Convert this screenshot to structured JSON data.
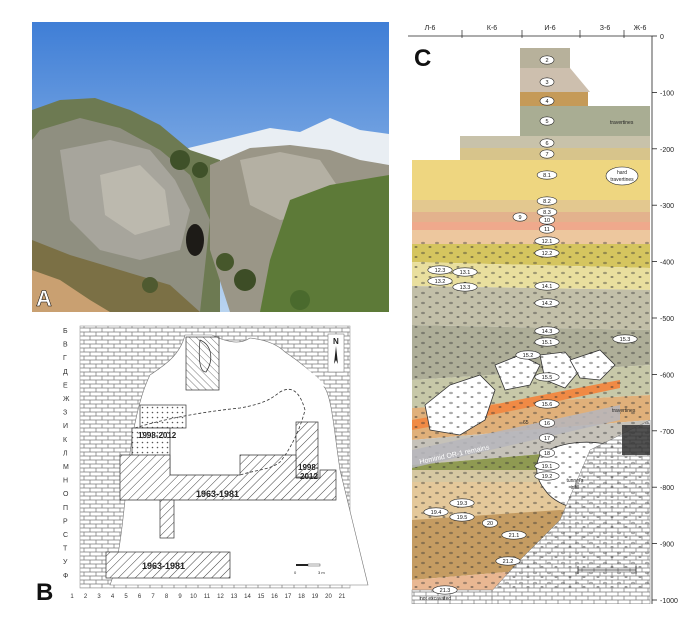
{
  "panels": {
    "a": {
      "label": "A"
    },
    "b": {
      "label": "B",
      "rows": [
        "Б",
        "В",
        "Г",
        "Д",
        "Е",
        "Ж",
        "З",
        "И",
        "К",
        "Л",
        "М",
        "Н",
        "О",
        "П",
        "Р",
        "С",
        "Т",
        "У",
        "Ф"
      ],
      "cols": [
        "1",
        "2",
        "3",
        "4",
        "5",
        "6",
        "7",
        "8",
        "9",
        "10",
        "11",
        "12",
        "13",
        "14",
        "15",
        "16",
        "17",
        "18",
        "19",
        "20",
        "21"
      ],
      "compass": "N",
      "excavations": [
        {
          "label": "1998-2012"
        },
        {
          "label": "1998-\n2012"
        },
        {
          "label": "1963-1981"
        },
        {
          "label": "1963-1981"
        }
      ],
      "scale_labels": [
        "0",
        "3 m"
      ]
    },
    "c": {
      "label": "C",
      "top_cols": [
        "Л-6",
        "К-6",
        "И-6",
        "З-6",
        "Ж-6"
      ],
      "depth_ticks": [
        "0",
        "-100",
        "-200",
        "-300",
        "-400",
        "-500",
        "-600",
        "-700",
        "-800",
        "-900",
        "-1000"
      ],
      "layers": [
        "2",
        "3",
        "4",
        "5",
        "6",
        "7",
        "8.1",
        "8.2",
        "8.3",
        "9",
        "10",
        "11",
        "12.1",
        "12.2",
        "12.3",
        "13.1",
        "13.2",
        "13.3",
        "14.1",
        "14.2",
        "14.3",
        "15.1",
        "15.2",
        "15.3",
        "15.5",
        "15.6",
        "16",
        "17",
        "18",
        "19.1",
        "19.2",
        "19.3",
        "19.4",
        "19.5",
        "20",
        "21.1",
        "21.2",
        "21.3"
      ],
      "annotations": {
        "travertines_1": "travertines",
        "hard_travertines": "hard\ntravertines",
        "travertines_2": "travertines",
        "tunnel_infill": "tunnel's\ninfill",
        "hominid_remains": "Hominid OR-1 remains",
        "not_excavated": "not excavated",
        "d65": "65"
      }
    }
  }
}
